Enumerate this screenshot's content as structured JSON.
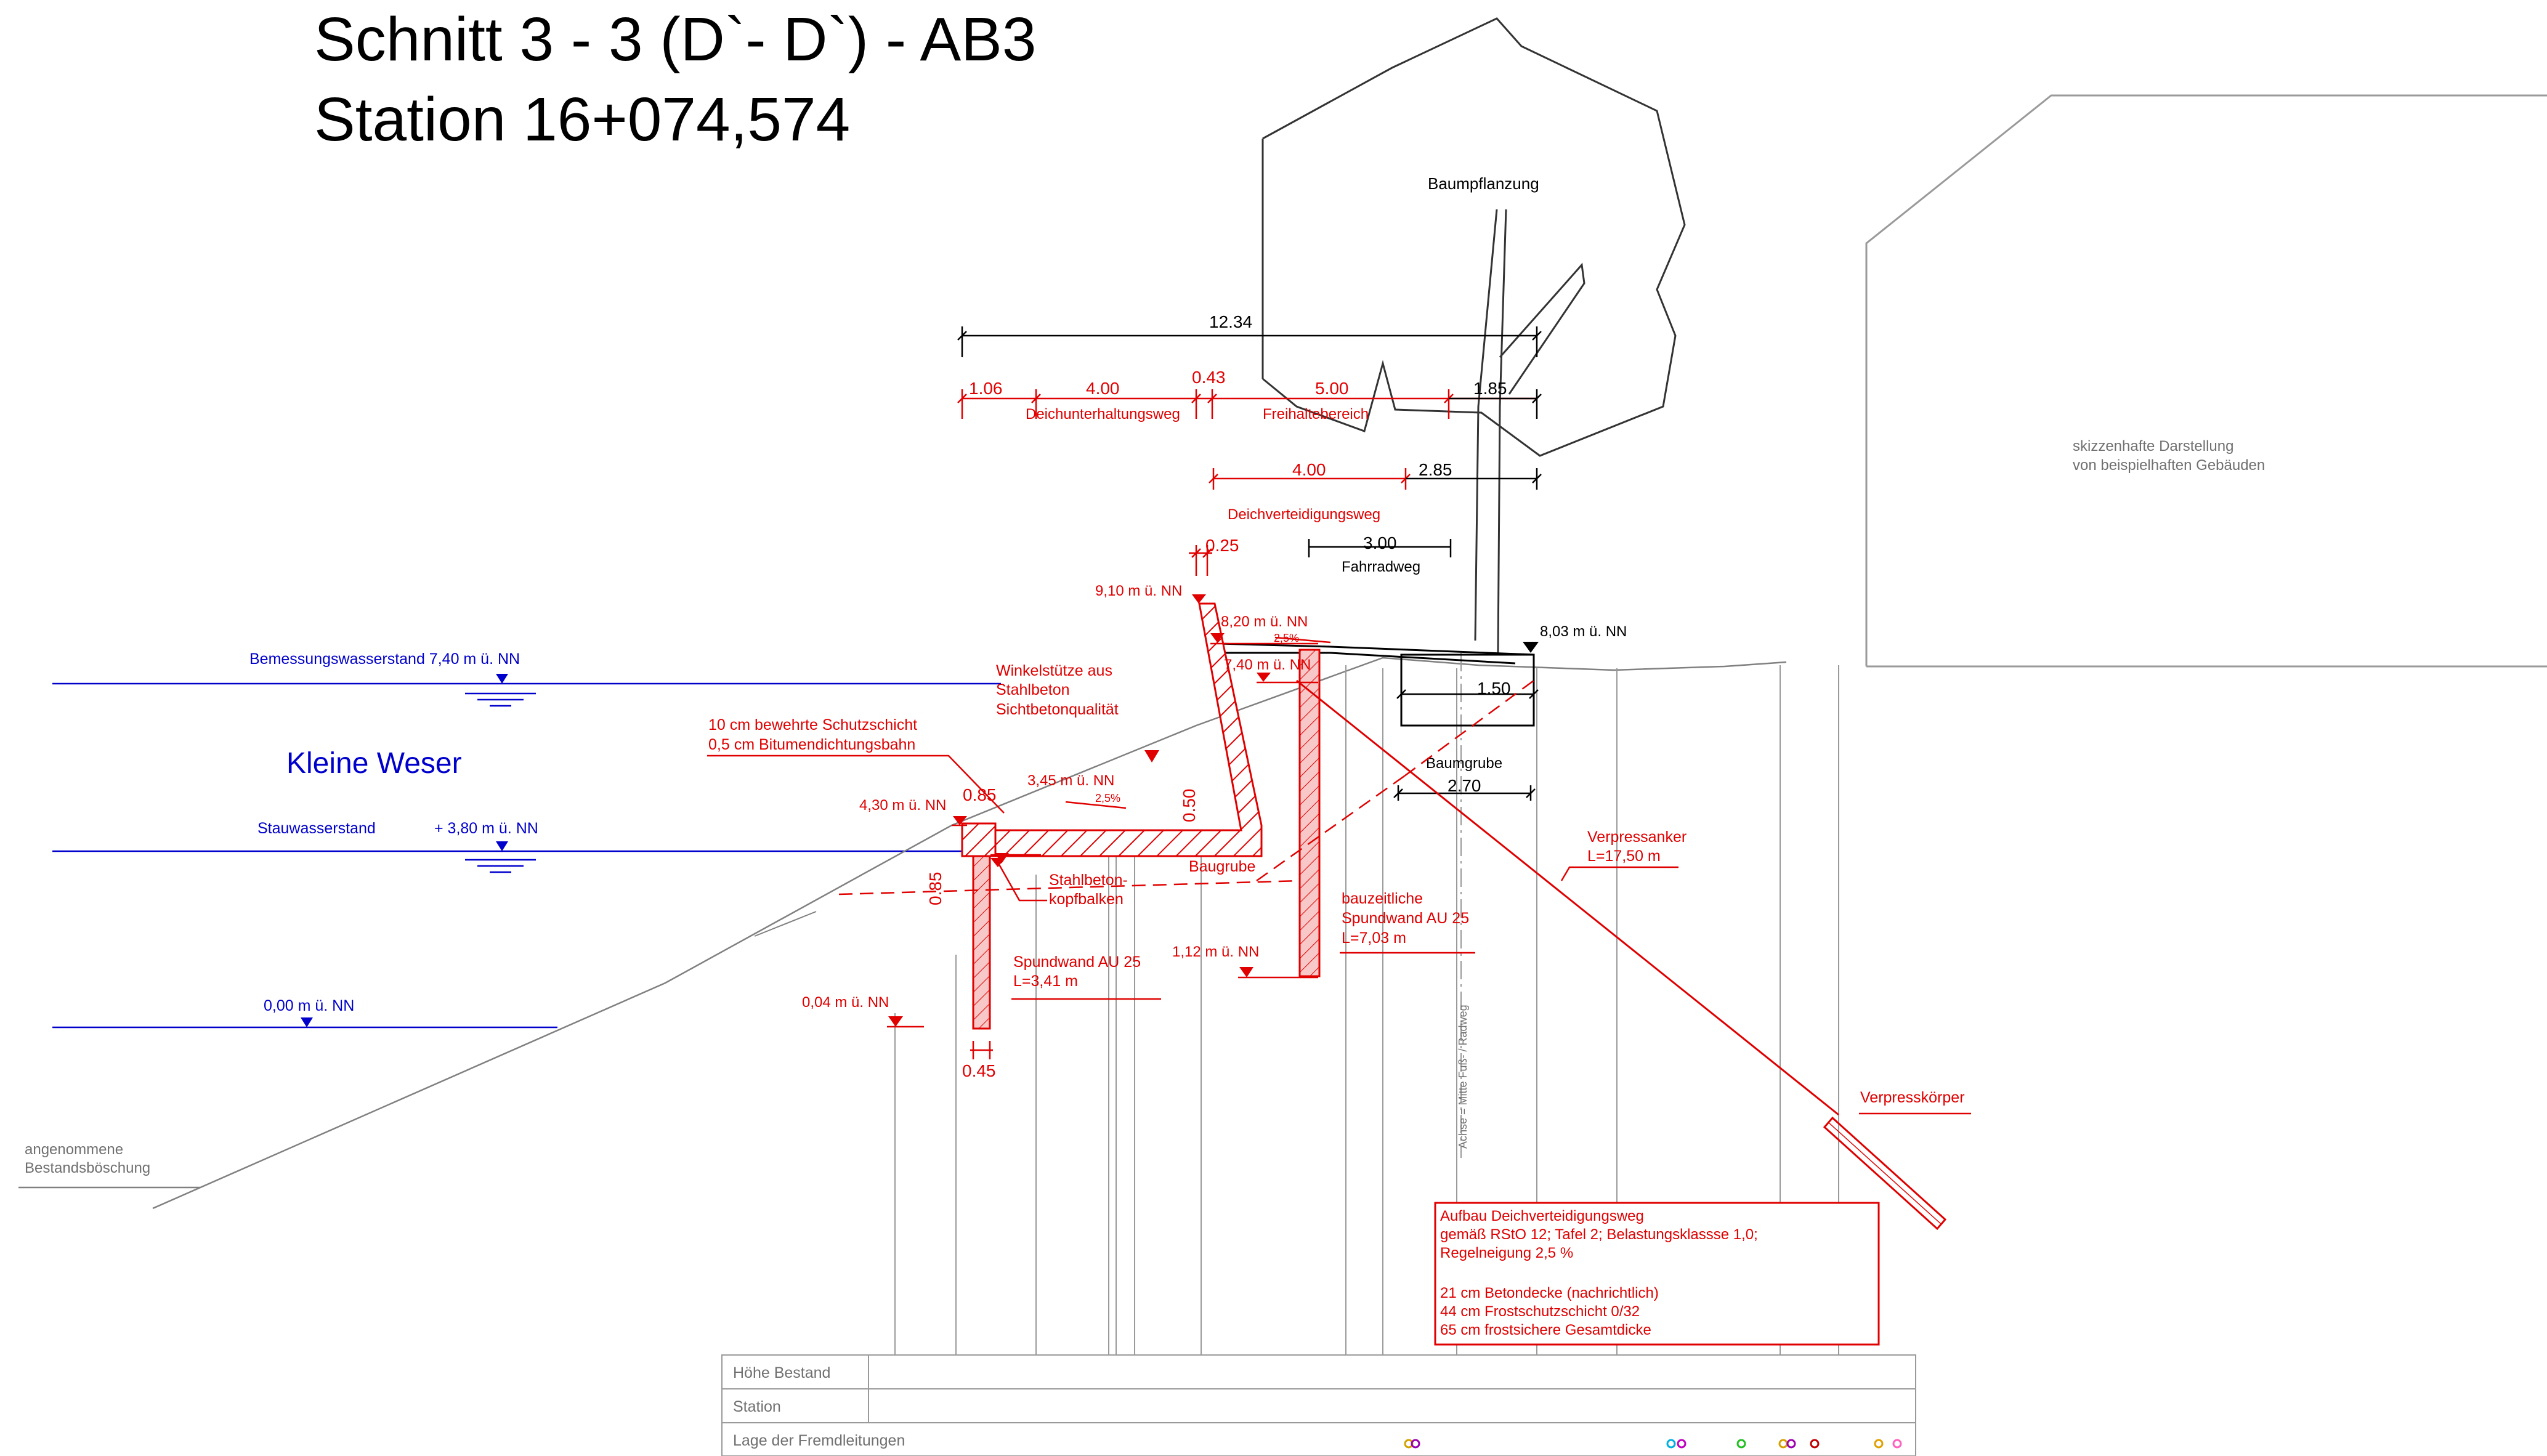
{
  "title": {
    "line1": "Schnitt 3 - 3 (D`- D`) - AB3",
    "line2": "Station 16+074,574"
  },
  "water": {
    "river_name": "Kleine Weser",
    "design_level": "Bemessungswasserstand 7,40 m ü. NN",
    "storage_level_label": "Stauwasserstand",
    "storage_level_value": "+ 3,80 m ü. NN",
    "zero_level": "0,00 m ü. NN"
  },
  "slope_note": {
    "line1": "angenommene",
    "line2": "Bestandsböschung"
  },
  "tree_label": "Baumpflanzung",
  "buildings_note": {
    "line1": "skizzenhafte Darstellung",
    "line2": "von beispielhaften Gebäuden"
  },
  "dimensions": {
    "total": "12.34",
    "d_106": "1.06",
    "d_400": "4.00",
    "d_043": "0.43",
    "d_500": "5.00",
    "d_185": "1.85",
    "dv_400": "4.00",
    "dv_285": "2.85",
    "d_025": "0.25",
    "d_300": "3.00",
    "d_150": "1.50",
    "d_270": "2.70",
    "d_085_top": "0.85",
    "d_085_side": "0.85",
    "d_050": "0.50",
    "d_045": "0.45"
  },
  "path_labels": {
    "maintenance": "Deichunterhaltungsweg",
    "clearance": "Freihaltebereich",
    "defence": "Deichverteidigungsweg",
    "bike": "Fahrradweg"
  },
  "levels": {
    "l910": "9,10 m ü. NN",
    "l820": "8,20 m ü. NN",
    "l740": "7,40 m ü. NN",
    "l803": "8,03 m ü. NN",
    "l430": "4,30 m ü. NN",
    "l345": "3,45 m ü. NN",
    "l112": "1,12 m ü. NN",
    "l004": "0,04 m ü. NN",
    "slope_a": "2,5%",
    "slope_b": "2,5%"
  },
  "callouts": {
    "wall_1": "Winkelstütze aus",
    "wall_2": "Stahlbeton",
    "wall_3": "Sichtbetonqualität",
    "protect_1": "10 cm bewehrte Schutzschicht",
    "protect_2": "0,5 cm Bitumendichtungsbahn",
    "baugrube": "Baugrube",
    "kopf_1": "Stahlbeton-",
    "kopf_2": "kopfbalken",
    "sheet_small_1": "Spundwand AU 25",
    "sheet_small_2": "L=3,41 m",
    "sheet_big_1": "bauzeitliche",
    "sheet_big_2": "Spundwand AU 25",
    "sheet_big_3": "L=7,03 m",
    "anchor_1": "Verpressanker",
    "anchor_2": "L=17,50 m",
    "anchor_body": "Verpresskörper",
    "baumgrube": "Baumgrube",
    "axis": "Achse = Mitte Fuß- / Radweg"
  },
  "build_up": {
    "heading": "Aufbau Deichverteidigungsweg",
    "line1": "gemäß RStO 12; Tafel 2; Belastungsklassse 1,0;",
    "line2": "Regelneigung 2,5 %",
    "layer1": "21 cm Betondecke (nachrichtlich)",
    "layer2": "44 cm Frostschutzschicht 0/32",
    "layer3": "65 cm frostsichere Gesamtdicke"
  },
  "table": {
    "row1": "Höhe Bestand",
    "row2": "Station",
    "row3": "Lage der Fremdleitungen"
  },
  "colors": {
    "construction": "#e00000",
    "water": "#0000cc",
    "existing": "#808080",
    "text": "#000000"
  }
}
